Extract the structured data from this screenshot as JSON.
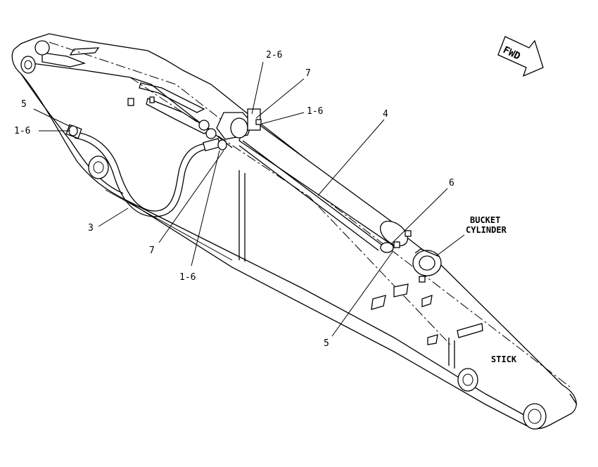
{
  "direction_indicator": {
    "text": "FWD"
  },
  "callouts": [
    {
      "id": "c1",
      "text": "2-6"
    },
    {
      "id": "c2",
      "text": "7"
    },
    {
      "id": "c3",
      "text": "1-6"
    },
    {
      "id": "c4",
      "text": "5"
    },
    {
      "id": "c5",
      "text": "1-6"
    },
    {
      "id": "c6",
      "text": "4"
    },
    {
      "id": "c7",
      "text": "6"
    },
    {
      "id": "c8",
      "text": "3"
    },
    {
      "id": "c9",
      "text": "7"
    },
    {
      "id": "c10",
      "text": "1-6"
    },
    {
      "id": "c11",
      "text": "5"
    }
  ],
  "component_labels": {
    "bucket_cylinder_line1": "BUCKET",
    "bucket_cylinder_line2": "CYLINDER",
    "stick": "STICK"
  }
}
